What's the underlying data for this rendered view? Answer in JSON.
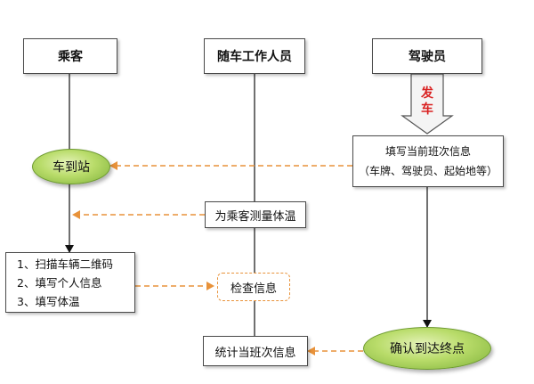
{
  "headers": {
    "passenger": "乘客",
    "staff": "随车工作人员",
    "driver": "驾驶员"
  },
  "depart_label": [
    "发",
    "车"
  ],
  "fill_info": {
    "line1": "填写当前班次信息",
    "line2": "（车牌、驾驶员、起始地等）"
  },
  "arrive_station": "车到站",
  "measure_temp": "为乘客测量体温",
  "passenger_steps": [
    "1、扫描车辆二维码",
    "2、填写个人信息",
    "3、填写体温"
  ],
  "check_info": "检查信息",
  "stats_info": "统计当班次信息",
  "confirm_end": "确认到达终点",
  "colors": {
    "dashed_arrow": "#e8923a",
    "ellipse_green": "#9ccc4e",
    "depart_red": "#d92020"
  }
}
